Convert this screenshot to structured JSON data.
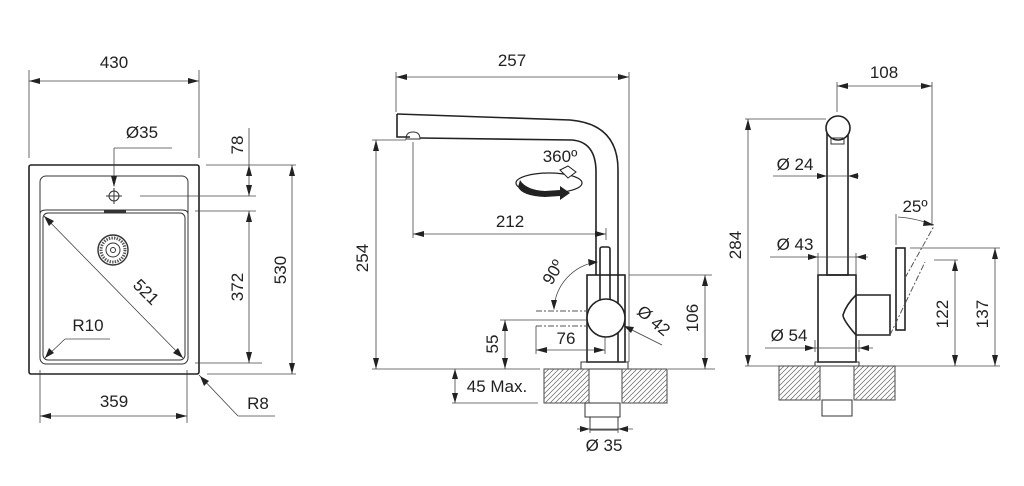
{
  "sink_top_view": {
    "width_overall": "430",
    "tap_hole_diameter": "Ø35",
    "tap_hole_offset": "78",
    "bowl_length": "372",
    "length_overall": "530",
    "bowl_diagonal": "521",
    "bowl_radius": "R10",
    "bowl_width": "359",
    "corner_radius": "R8"
  },
  "faucet_side_view": {
    "overall_reach": "257",
    "rotation": "360º",
    "spout_reach": "212",
    "spout_height": "254",
    "lever_angle": "90º",
    "handle_height": "55",
    "handle_length": "76",
    "handle_diameter": "Ø 42",
    "body_height": "106",
    "counter_thickness": "45 Max.",
    "shank_diameter": "Ø 35"
  },
  "faucet_front_view": {
    "lever_reach": "108",
    "total_height": "284",
    "spout_diameter": "Ø 24",
    "body_diameter": "Ø 43",
    "lever_angle": "25º",
    "base_diameter": "Ø 54",
    "lever_height_min": "122",
    "lever_height_max": "137"
  }
}
